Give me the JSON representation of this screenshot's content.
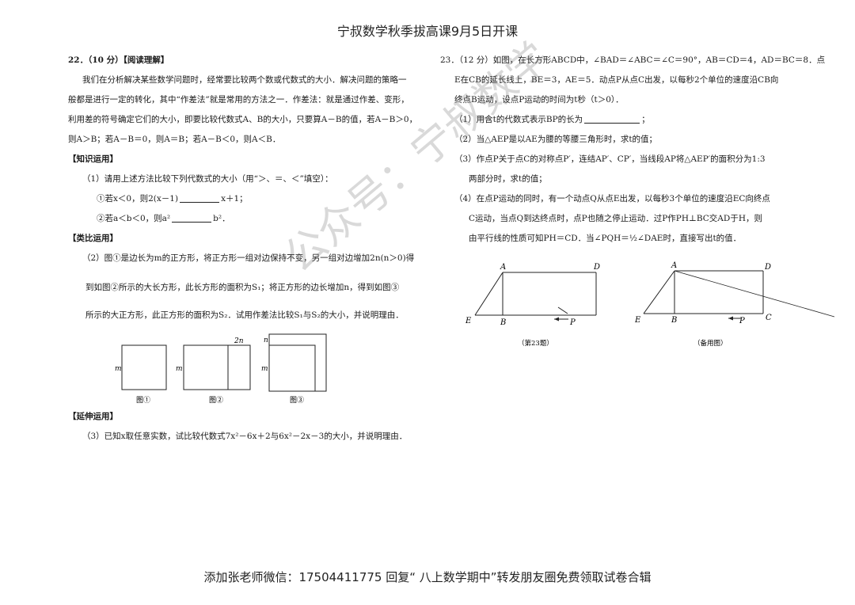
{
  "header": {
    "title": "宁叔数学秋季拔高课9月5日开课"
  },
  "footer": {
    "text": "添加张老师微信：17504411775 回复“ 八上数学期中”转发朋友圈免费领取试卷合辑"
  },
  "watermark": {
    "text": "公众号：宁叔数学"
  },
  "q22": {
    "head": "22．（10 分）【阅读理解】",
    "intro": [
      "我们在分析解决某些数学问题时，经常要比较两个数或代数式的大小．解决问题的策略一",
      "般都是进行一定的转化，其中“作差法”就是常用的方法之一．作差法：就是通过作差、变形，",
      "利用差的符号确定它们的大小，即要比较代数式A、B的大小，只要算A－B的值，若A－B＞0，",
      "则A＞B；若A－B＝0，则A＝B；若A－B＜0，则A＜B．"
    ],
    "sec1": "【知识运用】",
    "p1": "（1）请用上述方法比较下列代数式的大小（用“＞、＝、＜”填空）：",
    "p1a": {
      "pre": "①若x＜0，则2(x－1)",
      "post": "x＋1；"
    },
    "p1b": {
      "pre": "②若a＜b＜0，则a²",
      "post": "b²．"
    },
    "sec2": "【类比运用】",
    "p2": [
      "（2）图①是边长为m的正方形，将正方形一组对边保持不变，另一组对边增加2n(n＞0)得",
      "到如图②所示的大长方形，此长方形的面积为S₁；将正方形的边长增加n，得到如图③",
      "所示的大正方形，此正方形的面积为S₂．试用作差法比较S₁与S₂的大小，并说明理由．"
    ],
    "fig_labels": {
      "m": "m",
      "two_n": "2n",
      "n": "n",
      "fig1": "图①",
      "fig2": "图②",
      "fig3": "图③"
    },
    "sec3": "【延伸运用】",
    "p3": "（3）已知x取任意实数，试比较代数式7x²－6x＋2与6x²－2x－3的大小，并说明理由．"
  },
  "q23": {
    "lines": [
      "23．（12 分）如图，在长方形ABCD中，∠BAD＝∠ABC＝∠C＝90°，AB＝CD＝4，AD＝BC＝8．点",
      "E在CB的延长线上，BE＝3，AE＝5．动点P从点C出发，以每秒2个单位的速度沿CB向",
      "终点B运动，设点P运动的时间为t秒（t＞0）．"
    ],
    "p1": {
      "pre": "（1）用含t的代数式表示BP的长为",
      "post": "；"
    },
    "p2": "（2）当△AEP是以AE为腰的等腰三角形时，求t的值；",
    "p3": [
      "（3）作点P关于点C的对称点P′，连结AP′、CP′，当线段AP将△AEP′的面积分为1:3",
      "两部分时，求t的值；"
    ],
    "p4": [
      "（4）在点P运动的同时，有一个动点Q从点E出发，以每秒3个单位的速度沿EC向终点",
      "C运动，当点Q到达终点时，点P也随之停止运动．过P作PH⊥BC交AD于H，则",
      "由平行线的性质可知PH＝CD．当∠PQH＝½∠DAE时，直接写出t的值．"
    ],
    "fig_labels": {
      "A": "A",
      "B": "B",
      "C": "C",
      "D": "D",
      "E": "E",
      "P": "P",
      "caption1": "（第23题）",
      "caption2": "（备用图）"
    }
  }
}
